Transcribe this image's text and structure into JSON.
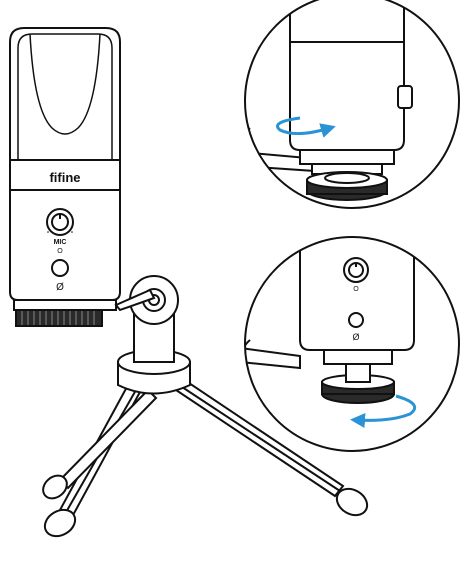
{
  "brand": {
    "logo_text": "fifine"
  },
  "controls": {
    "gain_knob_label": "MIC",
    "mute_symbol": "Ø",
    "indicator_symbol": "O"
  },
  "arrows": {
    "color": "#2a93d5",
    "top_detail_direction": "rotate-clockwise",
    "bottom_detail_direction": "rotate-counterclockwise"
  }
}
